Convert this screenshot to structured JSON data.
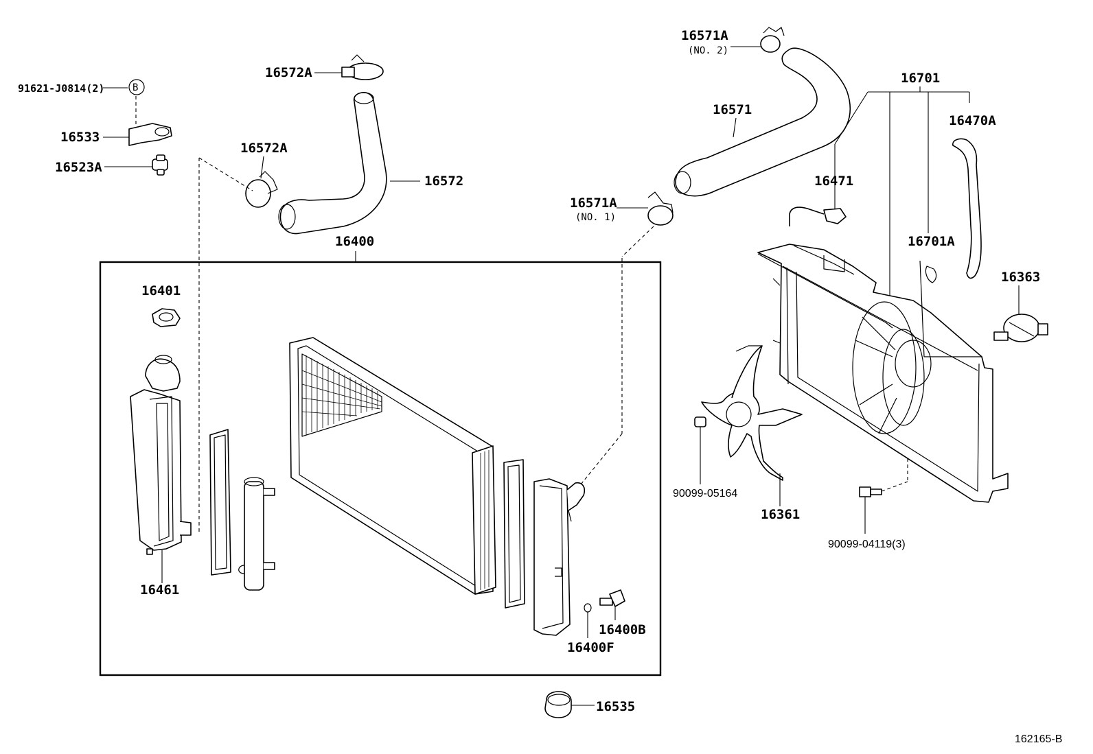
{
  "diagram": {
    "figure_code": "162165-B",
    "group_label": "16400",
    "parts": {
      "p91621": "91621-J0814(2)",
      "callout_b": "B",
      "p16533": "16533",
      "p16523A": "16523A",
      "p16572A_top": "16572A",
      "p16572A_mid": "16572A",
      "p16572": "16572",
      "p16571A_top": "16571A",
      "p16571A_top_note": "(NO. 2)",
      "p16571": "16571",
      "p16571A_bot": "16571A",
      "p16571A_bot_note": "(NO. 1)",
      "p16701": "16701",
      "p16470A": "16470A",
      "p16471": "16471",
      "p16701A": "16701A",
      "p16363": "16363",
      "p16401": "16401",
      "p16461": "16461",
      "p16400B": "16400B",
      "p16400F": "16400F",
      "p16535": "16535",
      "p90099_05164": "90099-05164",
      "p16361": "16361",
      "p90099_04119": "90099-04119(3)"
    }
  }
}
